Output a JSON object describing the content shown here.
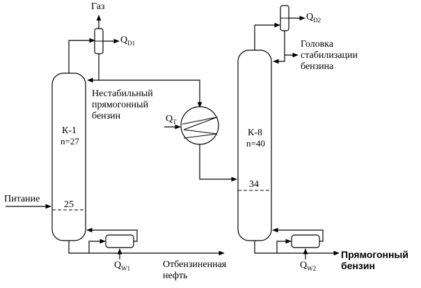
{
  "labels": {
    "gas": "Газ",
    "qd1_main": "Q",
    "qd1_sub": "D1",
    "qd2_main": "Q",
    "qd2_sub": "D2",
    "qt_main": "Q",
    "qt_sub": "T",
    "qw1_main": "Q",
    "qw1_sub": "W1",
    "qw2_main": "Q",
    "qw2_sub": "W2",
    "k1_name": "К-1",
    "k1_stages": "n=27",
    "k1_feed_stage": "25",
    "k8_name": "К-8",
    "k8_stages": "n=40",
    "k8_feed_stage": "34",
    "feed": "Питание",
    "unstable_line1": "Нестабильный",
    "unstable_line2": "прямогонный",
    "unstable_line3": "бензин",
    "stabilizer_line1": "Головка",
    "stabilizer_line2": "стабилизации",
    "stabilizer_line3": "бензина",
    "topped_line1": "Отбензиненная",
    "topped_line2": "нефть",
    "product_line1": "Прямогонный",
    "product_line2": "бензин"
  }
}
